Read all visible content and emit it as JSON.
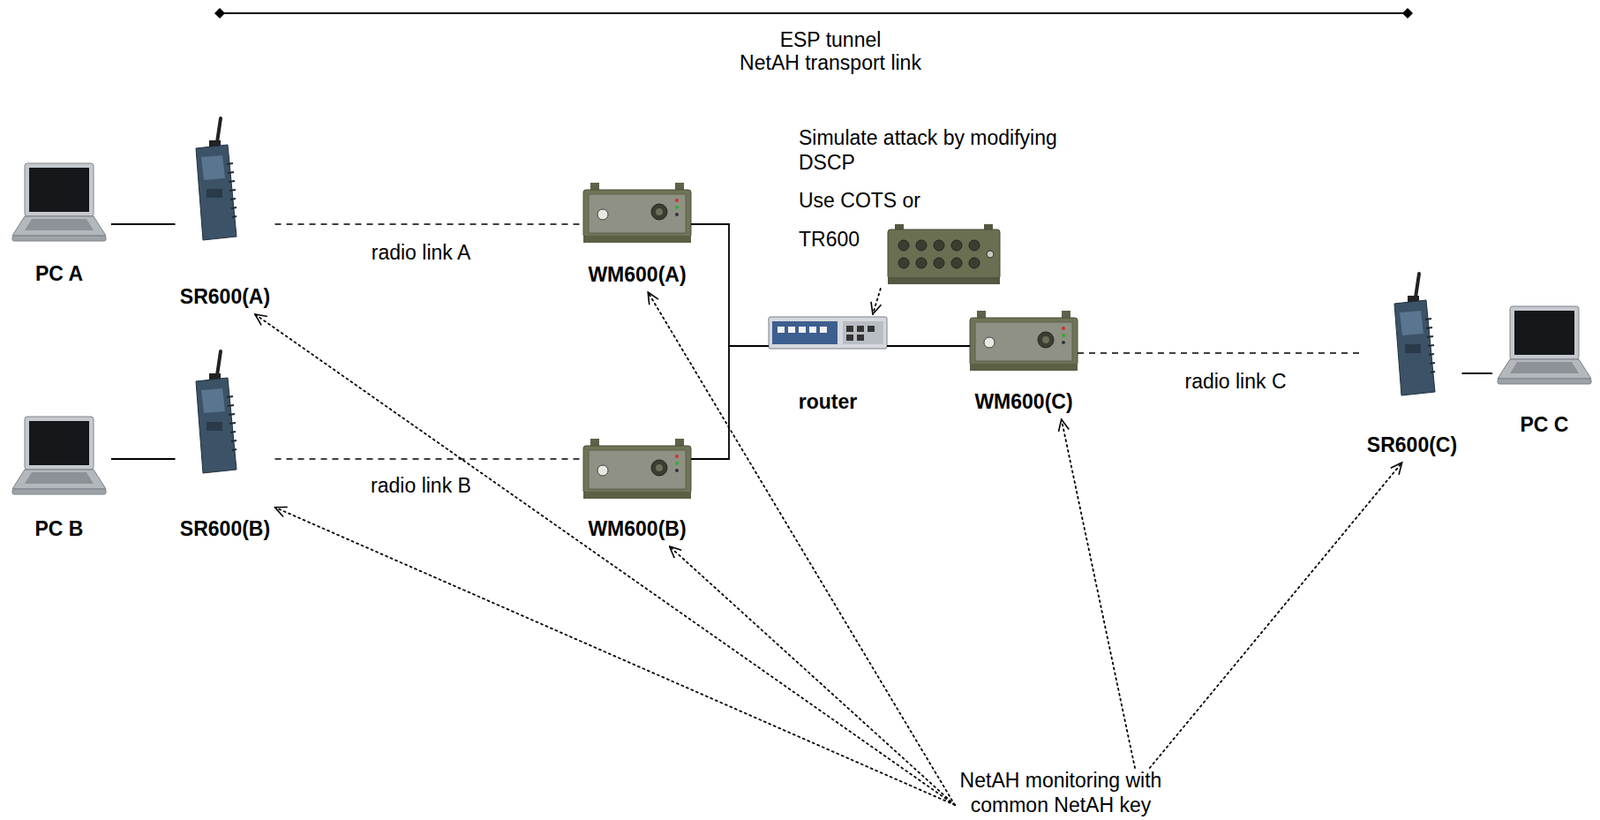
{
  "diagram": {
    "nodes": [
      {
        "text": [
          "PC A"
        ]
      },
      {
        "text": [
          "SR600(A)"
        ]
      },
      {
        "text": [
          "WM600(A)"
        ]
      },
      {
        "text": [
          "PC B"
        ]
      },
      {
        "text": [
          "SR600(B)"
        ]
      },
      {
        "text": [
          "WM600(B)"
        ]
      },
      {
        "text": [
          "router"
        ]
      },
      {
        "text": [
          "WM600(C)"
        ]
      },
      {
        "text": [
          "Simulate attack by modifying DSCP",
          "Use COTS or",
          "TR600"
        ]
      },
      {
        "text": [
          "SR600(C)"
        ]
      },
      {
        "text": [
          "PC C"
        ]
      },
      {
        "text": [
          "NetAH monitoring with common NetAH key"
        ]
      }
    ],
    "edges": [
      {
        "from": 0,
        "to": 1,
        "arrow": "none"
      },
      {
        "from": 1,
        "to": 2,
        "label": "radio link A",
        "arrow": "none"
      },
      {
        "from": 3,
        "to": 4,
        "arrow": "none"
      },
      {
        "from": 4,
        "to": 5,
        "label": "radio link B",
        "arrow": "none"
      },
      {
        "from": 2,
        "to": 6,
        "arrow": "none"
      },
      {
        "from": 5,
        "to": 6,
        "arrow": "none"
      },
      {
        "from": 6,
        "to": 7,
        "arrow": "none"
      },
      {
        "from": 7,
        "to": 9,
        "label": "radio link C",
        "arrow": "none"
      },
      {
        "from": 9,
        "to": 10,
        "arrow": "none"
      },
      {
        "from": 8,
        "to": 6,
        "arrow": "to"
      },
      {
        "from": 11,
        "to": 1,
        "arrow": "to"
      },
      {
        "from": 11,
        "to": 2,
        "arrow": "to"
      },
      {
        "from": 11,
        "to": 4,
        "arrow": "to"
      },
      {
        "from": 11,
        "to": 5,
        "arrow": "to"
      },
      {
        "from": 11,
        "to": 7,
        "arrow": "to"
      },
      {
        "from": 11,
        "to": 9,
        "arrow": "to"
      }
    ],
    "labels": [
      "ESP tunnel",
      "NetAH transport link"
    ]
  }
}
